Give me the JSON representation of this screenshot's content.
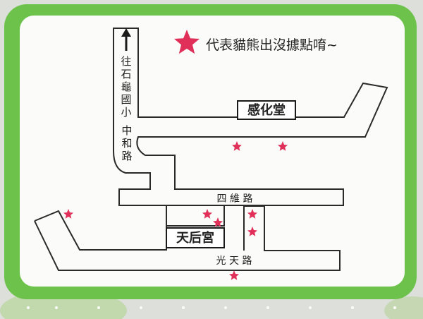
{
  "legend": {
    "text": "代表貓熊出沒據點唷~",
    "star_color": "#e0305a"
  },
  "roads": {
    "north": {
      "chars": [
        "往",
        "石",
        "龜",
        "國",
        "小"
      ]
    },
    "zhonghe": {
      "chars": [
        "中",
        "和",
        "路"
      ]
    },
    "siwei": "四 維 路",
    "guangtian": "光 天 路"
  },
  "landmarks": {
    "ganhua": "感化堂",
    "tianhou": "天后宮"
  },
  "colors": {
    "frame_green": "#6cc24a",
    "paper": "#fbfbf9",
    "road_stroke": "#2a2a2a",
    "backdrop": "#dcdfda"
  },
  "icons": [
    "star-icon",
    "north-arrow-icon"
  ]
}
